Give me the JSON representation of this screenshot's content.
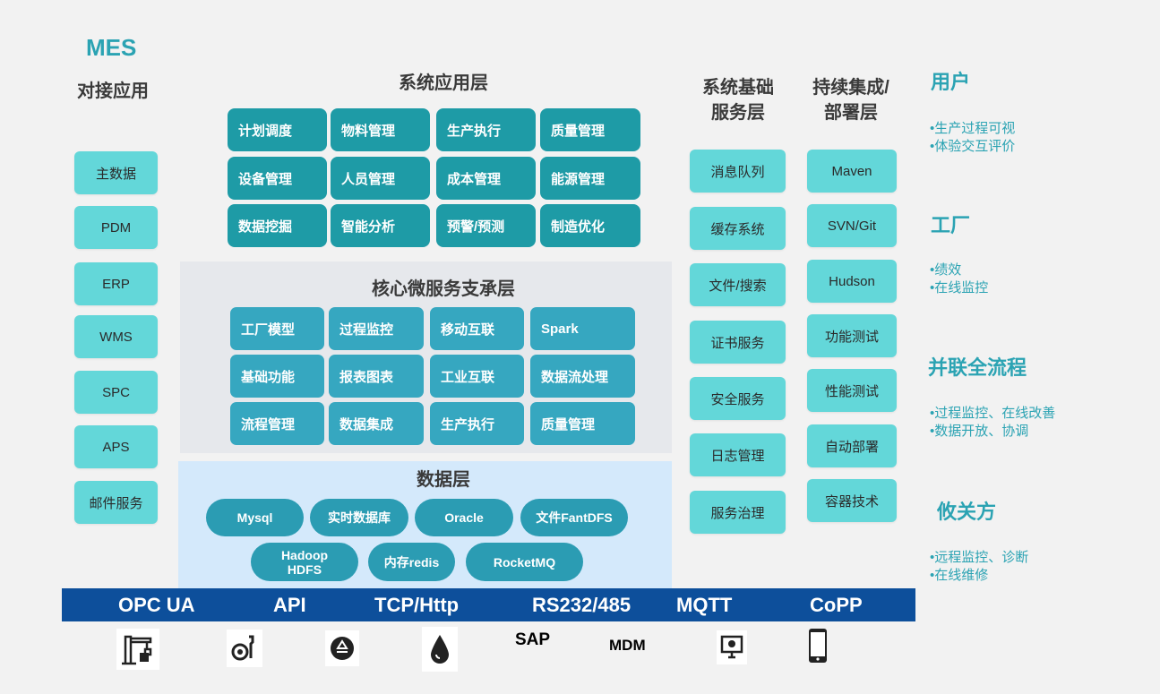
{
  "mes": {
    "title": "MES",
    "subtitle": "对接应用",
    "items": [
      "主数据",
      "PDM",
      "ERP",
      "WMS",
      "SPC",
      "APS",
      "邮件服务"
    ]
  },
  "app_layer": {
    "title": "系统应用层",
    "rows": [
      [
        "计划调度",
        "物料管理",
        "生产执行",
        "质量管理"
      ],
      [
        "设备管理",
        "人员管理",
        "成本管理",
        "能源管理"
      ],
      [
        "数据挖掘",
        "智能分析",
        "预警/预测",
        "制造优化"
      ]
    ]
  },
  "core_layer": {
    "title": "核心微服务支承层",
    "rows": [
      [
        "工厂模型",
        "过程监控",
        "移动互联",
        "Spark"
      ],
      [
        "基础功能",
        "报表图表",
        "工业互联",
        "数据流处理"
      ],
      [
        "流程管理",
        "数据集成",
        "生产执行",
        "质量管理"
      ]
    ]
  },
  "data_layer": {
    "title": "数据层",
    "row1": [
      "Mysql",
      "实时数据库",
      "Oracle",
      "文件FantDFS"
    ],
    "row2": [
      "Hadoop\nHDFS",
      "内存redis",
      "RocketMQ"
    ]
  },
  "base_layer": {
    "title_line1": "系统基础",
    "title_line2": "服务层",
    "items": [
      "消息队列",
      "缓存系统",
      "文件/搜索",
      "证书服务",
      "安全服务",
      "日志管理",
      "服务治理"
    ]
  },
  "ci_layer": {
    "title_line1": "持续集成/",
    "title_line2": "部署层",
    "items": [
      "Maven",
      "SVN/Git",
      "Hudson",
      "功能测试",
      "性能测试",
      "自动部署",
      "容器技术"
    ]
  },
  "right": [
    {
      "title": "用户",
      "bullets": [
        "•生产过程可视",
        "•体验交互评价"
      ]
    },
    {
      "title": "工厂",
      "bullets": [
        "•绩效",
        "•在线监控"
      ]
    },
    {
      "title": "并联全流程",
      "bullets": [
        "•过程监控、在线改善",
        "•数据开放、协调"
      ]
    },
    {
      "title": "攸关方",
      "bullets": [
        "•远程监控、诊断",
        "•在线维修"
      ]
    }
  ],
  "protocols": [
    "OPC UA",
    "API",
    "TCP/Http",
    "RS232/485",
    "MQTT",
    "CoPP"
  ],
  "bottom_labels": {
    "sap": "SAP",
    "mdm": "MDM"
  },
  "icons": [
    "crane-icon",
    "wrench-gear-icon",
    "recycle-icon",
    "oil-drop-icon",
    "monitor-gear-icon",
    "phone-icon"
  ],
  "colors": {
    "teal_dark": "#1e9ba6",
    "teal_mid": "#36a7c0",
    "teal_light": "#63d7d9",
    "protocol_bar": "#0d4f9b"
  }
}
